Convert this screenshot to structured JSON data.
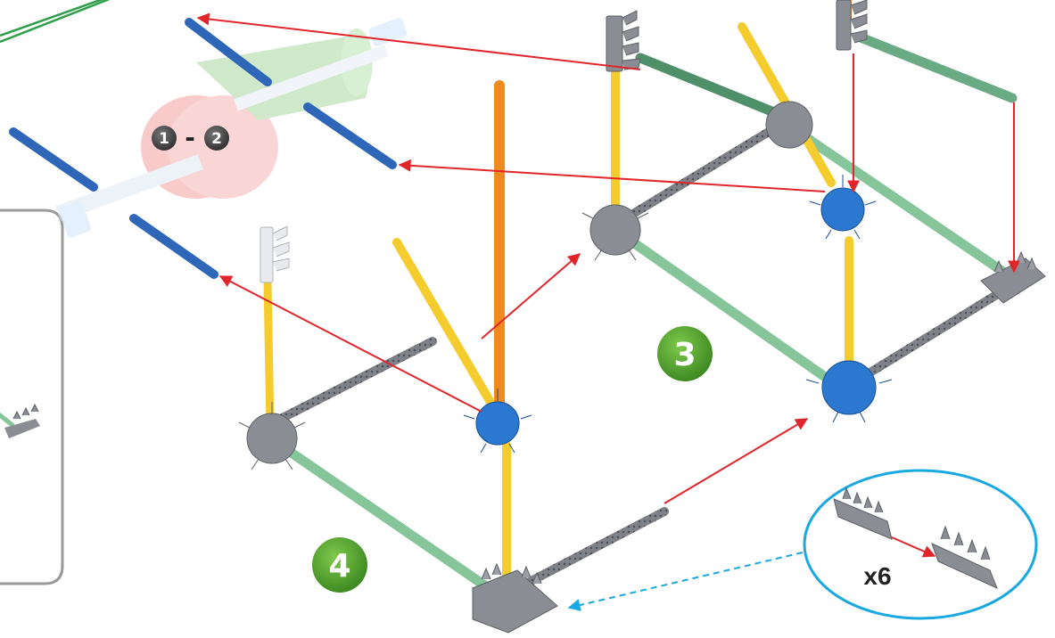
{
  "steps": {
    "ref_start": "1",
    "ref_dash": "-",
    "ref_end": "2",
    "step3": "3",
    "step4": "4"
  },
  "callout": {
    "quantity": "x6"
  },
  "colors": {
    "rod_blue": "#2e66b8",
    "rod_yellow": "#f5cc2e",
    "rod_orange": "#ef8a1e",
    "rod_green": "#86c49a",
    "rod_gray": "#7e8288",
    "connector_gray": "#8a8e94",
    "connector_blue": "#2b78d0",
    "arrow_red": "#e0262b",
    "callout_cyan": "#1aa8e0",
    "badge_green": "#4f9e2c"
  },
  "icons": [
    "step-badge",
    "gear-connector",
    "rod",
    "assembly-arrow",
    "callout-bubble"
  ]
}
